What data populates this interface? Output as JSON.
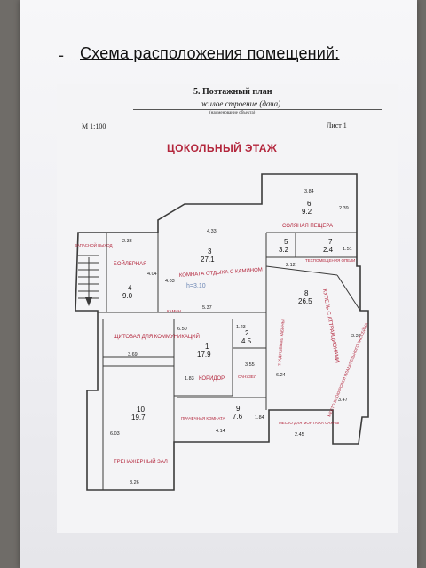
{
  "page": {
    "dash": "-",
    "heading": "Схема расположения помещений:"
  },
  "plan": {
    "title": "5. Поэтажный план",
    "object": "жилое строение (дача)",
    "object_note": "(наименование объекта)",
    "scale": "М 1:100",
    "sheet": "Лист 1",
    "floor_title": "ЦОКОЛЬНЫЙ ЭТАЖ",
    "height": "h=3.10"
  },
  "rooms": [
    {
      "num": "1",
      "area": "17.9",
      "label": "КОРИДОР"
    },
    {
      "num": "2",
      "area": "4.5",
      "label": "САНУЗЕЛ"
    },
    {
      "num": "3",
      "area": "27.1",
      "label": "КОМНАТА ОТДЫХА С КАМИНОМ"
    },
    {
      "num": "4",
      "area": "9.0",
      "label": "БОЙЛЕРНАЯ"
    },
    {
      "num": "5",
      "area": "3.2",
      "label": "ТЕХПОМЕЩЕНИЯ ОПЕЛИ"
    },
    {
      "num": "6",
      "area": "9.2",
      "label": "СОЛЯНАЯ ПЕЩЕРА"
    },
    {
      "num": "7",
      "area": "2.4",
      "label": ""
    },
    {
      "num": "8",
      "area": "26.5",
      "label": "КУПЕЛЬ С АТТРАКЦИОНАМИ"
    },
    {
      "num": "9",
      "area": "7.6",
      "label": "ПРАЧЕЧНАЯ КОМНАТА"
    },
    {
      "num": "10",
      "area": "19.7",
      "label": "ТРЕНАЖЕРНЫЙ ЗАЛ"
    }
  ],
  "labels": {
    "exit": "ЗАПАСНОЙ ВЫХОД",
    "shield": "ЩИТОВАЯ ДЛЯ КОММУНИКАЦИЙ",
    "fireplace": "КАМИН",
    "shower": "2-Х ДУШЕВЫЕ КАБИНЫ",
    "sauna_place": "МЕСТО ДЛЯ МОНТАЖА САУНЫ",
    "pool_equipment": "МЕСТО БЛОКИРОВКИ ПЛАВАТЕЛЬНОГО БАССЕЙНА"
  },
  "dimensions": {
    "d_384": "3.84",
    "d_233": "2.33",
    "d_433": "4.33",
    "d_239": "2.39",
    "d_404a": "4.04",
    "d_403": "4.03",
    "d_212": "2.12",
    "d_151": "1.51",
    "d_537": "5.37",
    "d_650": "6.50",
    "d_123": "1.23",
    "d_339": "3.39",
    "d_369": "3.69",
    "d_183": "1.83",
    "d_355": "3.55",
    "d_624": "6.24",
    "d_347": "3.47",
    "d_603": "6.03",
    "d_414": "4.14",
    "d_184": "1.84",
    "d_245": "2.45",
    "d_326": "3.26"
  }
}
